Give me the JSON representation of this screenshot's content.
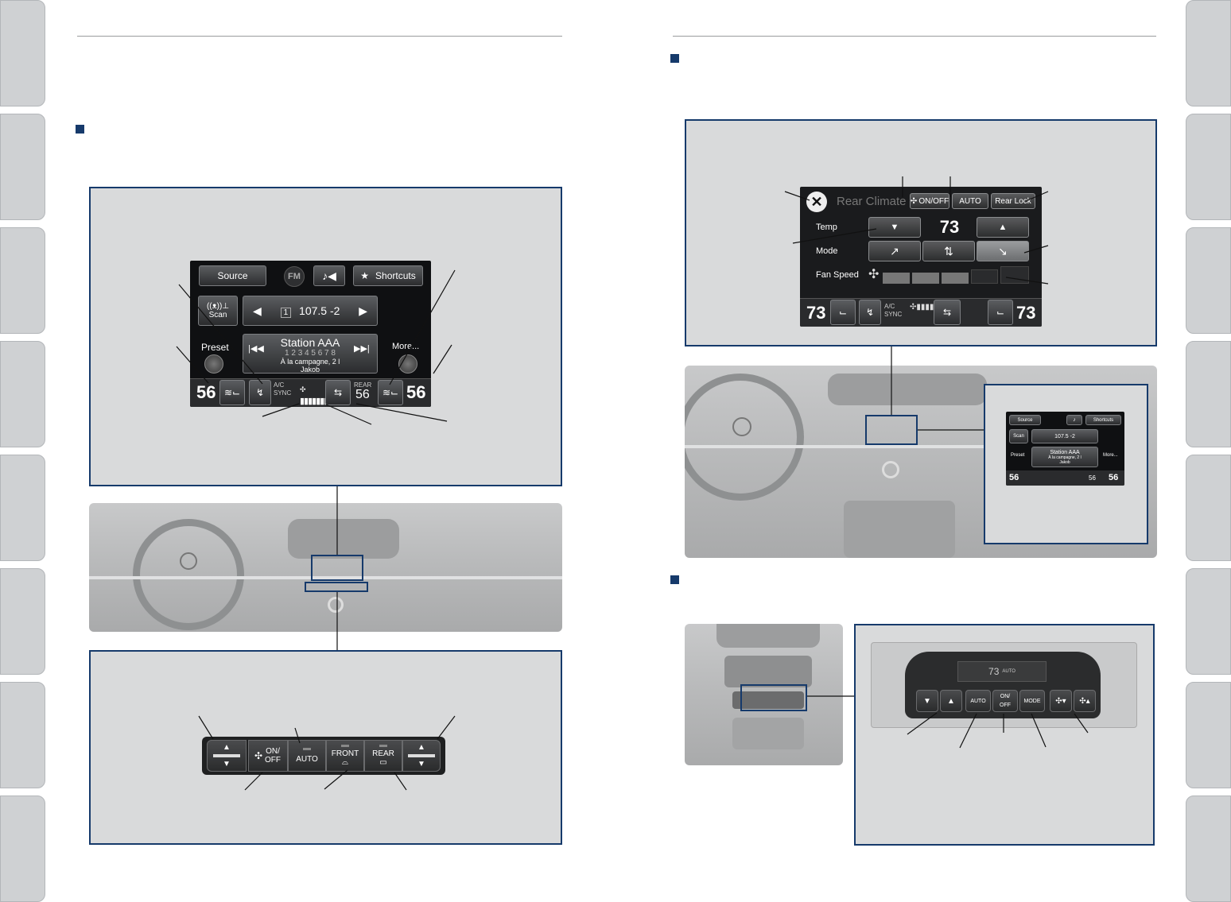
{
  "colors": {
    "accent": "#163a6b",
    "panel": "#d9dadb",
    "tab": "#cfd1d3"
  },
  "front_radio_screen": {
    "source_label": "Source",
    "fm_label": "FM",
    "shortcuts_label": "Shortcuts",
    "scan_label": "Scan",
    "preset_label": "Preset",
    "more_label": "More...",
    "preset_number": "1",
    "frequency": "107.5 -2",
    "station_name": "Station AAA",
    "preset_digits": "1 2 3 4 5 6 7 8",
    "song_title": "À la campagne, 2 l",
    "artist": "Jakob",
    "driver_temp": "56",
    "passenger_temp": "56",
    "ac_label": "A/C",
    "sync_label": "SYNC",
    "rear_label": "REAR",
    "rear_temp": "56"
  },
  "front_control_strip": {
    "on_off_label": "ON/ OFF",
    "auto_label": "AUTO",
    "front_label": "FRONT",
    "rear_label": "REAR"
  },
  "rear_climate_screen": {
    "title": "Rear Climate",
    "on_off_label": "ON/OFF",
    "auto_label": "AUTO",
    "rear_lock_label": "Rear Lock",
    "temp_label": "Temp",
    "temp_value": "73",
    "mode_label": "Mode",
    "fan_speed_label": "Fan Speed",
    "driver_temp": "73",
    "passenger_temp": "73",
    "ac_label": "A/C",
    "sync_label": "SYNC"
  },
  "inset_screen": {
    "source_label": "Source",
    "shortcuts_label": "Shortcuts",
    "scan_label": "Scan",
    "frequency": "107.5 -2",
    "station_name": "Station AAA",
    "preset_label": "Preset",
    "more_label": "More...",
    "song_title": "À la campagne, 2 l",
    "artist": "Jakob",
    "driver_temp": "56",
    "rear_temp": "56",
    "passenger_temp": "56"
  },
  "rear_panel": {
    "display_temp": "73",
    "display_auto": "AUTO",
    "auto_label": "AUTO",
    "on_off_label": "ON/ OFF",
    "mode_label": "MODE"
  }
}
